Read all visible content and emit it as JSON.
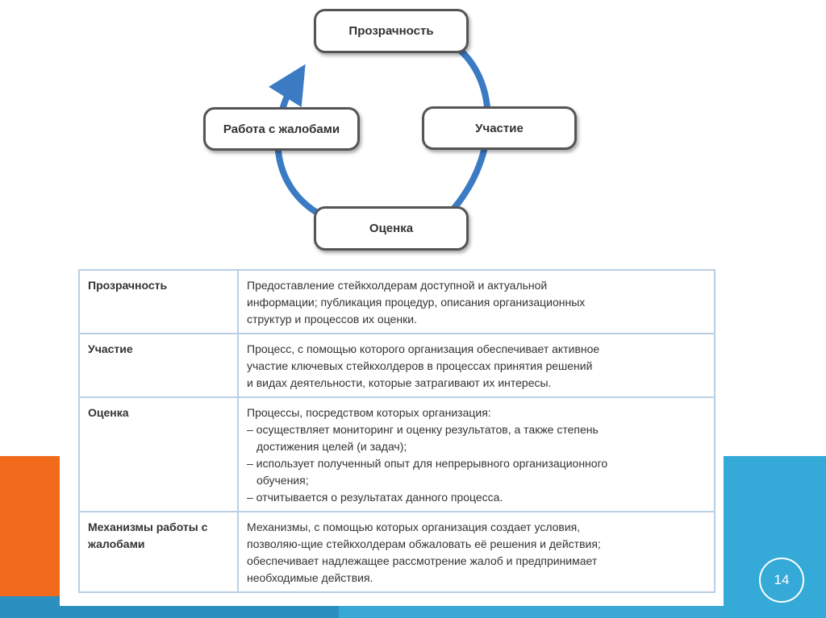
{
  "cycle": {
    "top": "Прозрачность",
    "right": "Участие",
    "bottom": "Оценка",
    "left": "Работа с жалобами",
    "arrow_color": "#3b7bc4"
  },
  "table": {
    "rows": [
      {
        "term": "Прозрачность",
        "lines": [
          "Предоставление стейкхолдерам доступной и актуальной",
          "информации; публикация процедур, описания организационных",
          "структур и процессов их оценки."
        ]
      },
      {
        "term": "Участие",
        "lines": [
          "Процесс, с помощью которого организация обеспечивает активное",
          "участие ключевых стейкхолдеров в процессах принятия решений",
          "и видах деятельности, которые затрагивают их интересы."
        ]
      },
      {
        "term": "Оценка",
        "lines": [
          "Процессы, посредством которых организация:",
          "– осуществляет мониторинг и оценку результатов, а также степень",
          "   достижения целей (и задач);",
          "– использует полученный опыт для непрерывного организационного",
          "   обучения;",
          "– отчитывается о результатах данного процесса."
        ]
      },
      {
        "term": "Механизмы работы с жалобами",
        "lines": [
          "Механизмы, с помощью которых организация создает условия,",
          "позволяю-щие стейкхолдерам обжаловать её решения и действия;",
          "обеспечивает надлежащее рассмотрение жалоб и предпринимает",
          "необходимые действия."
        ]
      }
    ]
  },
  "page_number": "14",
  "colors": {
    "orange": "#f26b1d",
    "blue": "#35a9d8",
    "table_border": "#b8cfe4"
  }
}
